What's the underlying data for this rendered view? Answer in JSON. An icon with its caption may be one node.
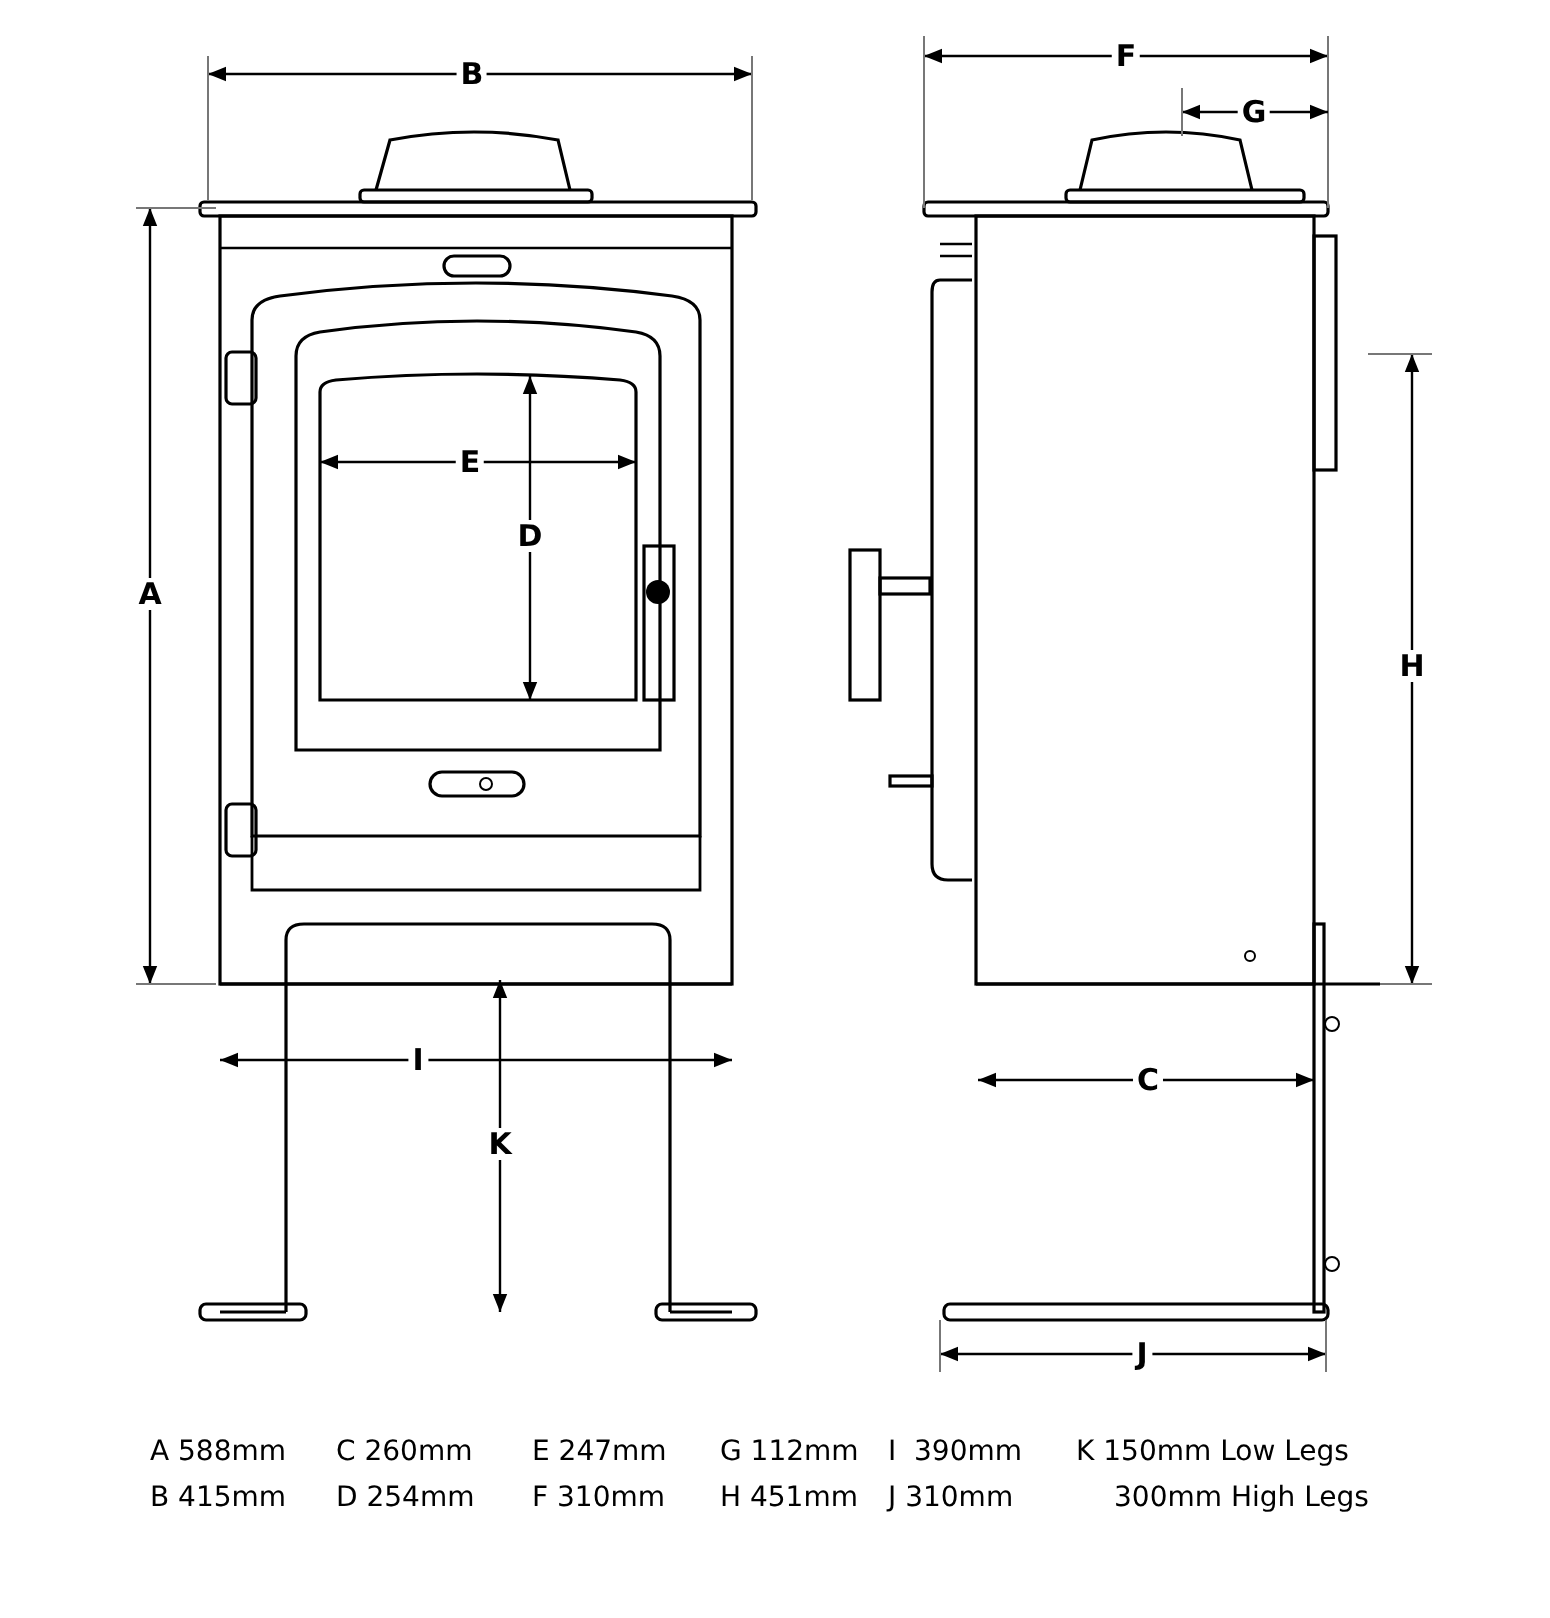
{
  "diagram": {
    "labels": [
      "B",
      "F",
      "G",
      "E",
      "D",
      "A",
      "H",
      "I",
      "C",
      "K",
      "J",
      "A 588mm",
      "C 260mm",
      "E 247mm",
      "G 112mm",
      "I  390mm",
      "K 150mm Low Legs",
      "B 415mm",
      "D 254mm",
      "F 310mm",
      "H 451mm",
      "J 310mm",
      "300mm High Legs"
    ]
  }
}
